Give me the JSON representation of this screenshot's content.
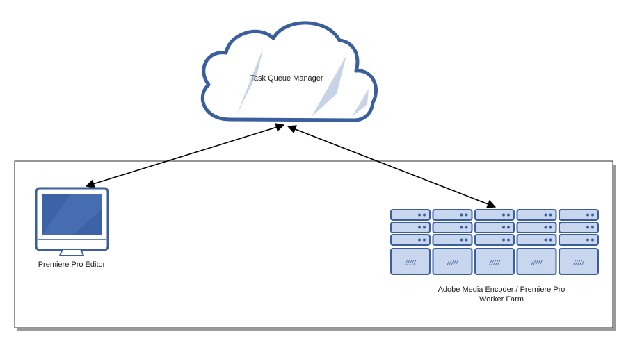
{
  "cloud": {
    "label": "Task Queue Manager",
    "icon": "cloud-icon"
  },
  "editor": {
    "label": "Premiere Pro Editor",
    "icon": "monitor-icon"
  },
  "farm": {
    "label_line1": "Adobe Media Encoder / Premiere Pro",
    "label_line2": "Worker Farm",
    "icon": "server-rack-icon",
    "rack_glyph": "/////",
    "rack_count": 5
  },
  "colors": {
    "outline_blue": "#3a5f9c",
    "screen_blue": "#3d62a6",
    "server_fill": "#c9d7ee",
    "arrow": "#000000"
  }
}
